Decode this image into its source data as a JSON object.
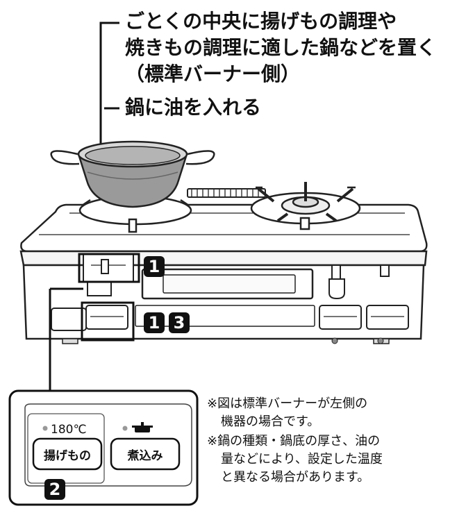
{
  "callouts": {
    "pot_line1": "ごとくの中央に揚げもの調理や",
    "pot_line2": "焼きもの調理に適した鍋などを置く",
    "pot_line3": "（標準バーナー側）",
    "oil": "鍋に油を入れる"
  },
  "badges": {
    "top_step": "1",
    "front_step_a": "1",
    "front_step_b": "3",
    "panel_step": "2"
  },
  "panel": {
    "fry_temp": "180℃",
    "fry_button": "揚げもの",
    "simmer_button": "煮込み"
  },
  "notes": {
    "line1": "※図は標準バーナーが左側の",
    "line2": "機器の場合です。",
    "line3": "※鍋の種類・鍋底の厚さ、油の",
    "line4": "量などにより、設定した温度",
    "line5": "と異なる場合があります。"
  }
}
